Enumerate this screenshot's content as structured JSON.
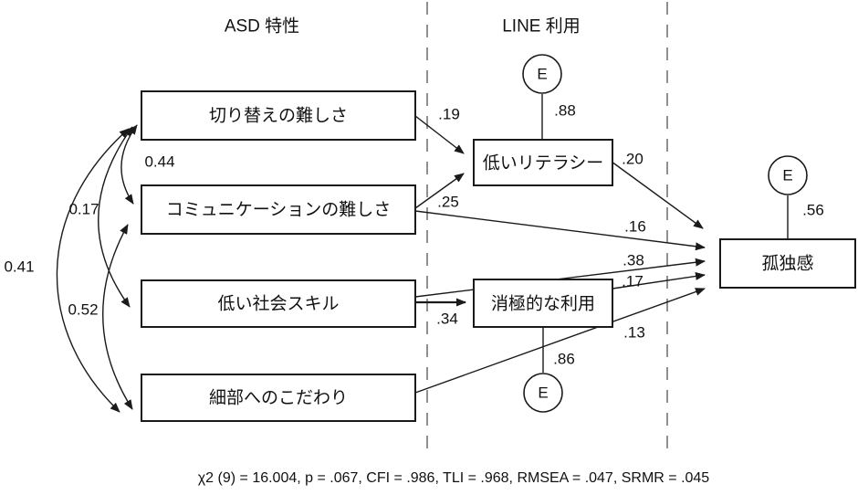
{
  "diagram": {
    "headers": {
      "asd": {
        "label": "ASD 特性"
      },
      "line": {
        "label": "LINE 利用"
      }
    },
    "asd_boxes": [
      {
        "label": "切り替えの難しさ"
      },
      {
        "label": "コミュニケーションの難しさ"
      },
      {
        "label": "低い社会スキル"
      },
      {
        "label": "細部へのこだわり"
      }
    ],
    "line_boxes": [
      {
        "label": "低いリテラシー"
      },
      {
        "label": "消極的な利用"
      }
    ],
    "outcome_box": {
      "label": "孤独感"
    },
    "errors": [
      {
        "symbol": "E",
        "value": ".88",
        "attached_to": "低いリテラシー"
      },
      {
        "symbol": "E",
        "value": ".86",
        "attached_to": "消極的な利用"
      },
      {
        "symbol": "E",
        "value": ".56",
        "attached_to": "孤独感"
      }
    ],
    "paths": [
      {
        "from": "切り替えの難しさ",
        "to": "低いリテラシー",
        "value": ".19"
      },
      {
        "from": "コミュニケーションの難しさ",
        "to": "低いリテラシー",
        "value": ".25"
      },
      {
        "from": "コミュニケーションの難しさ",
        "to": "孤独感",
        "value": ".16"
      },
      {
        "from": "低い社会スキル",
        "to": "消極的な利用",
        "value": ".34"
      },
      {
        "from": "低い社会スキル",
        "to": "孤独感",
        "value": ".38"
      },
      {
        "from": "消極的な利用",
        "to": "孤独感",
        "value": ".17"
      },
      {
        "from": "細部へのこだわり",
        "to": "孤独感",
        "value": ".13"
      },
      {
        "from": "低いリテラシー",
        "to": "孤独感",
        "value": ".20"
      }
    ],
    "correlations": [
      {
        "between": [
          "切り替えの難しさ",
          "コミュニケーションの難しさ"
        ],
        "value": "0.44"
      },
      {
        "between": [
          "切り替えの難しさ",
          "低い社会スキル"
        ],
        "value": "0.17"
      },
      {
        "between": [
          "切り替えの難しさ",
          "細部へのこだわり"
        ],
        "value": "0.41"
      },
      {
        "between": [
          "コミュニケーションの難しさ",
          "細部へのこだわり"
        ],
        "value": "0.52"
      }
    ],
    "fit_statistics": "χ2 (9) = 16.004, p = .067, CFI = .986, TLI = .968, RMSEA = .047, SRMR = .045",
    "colors": {
      "line": "#1a1a1a",
      "dashed_divider": "#909090",
      "box_fill": "#ffffff"
    }
  }
}
